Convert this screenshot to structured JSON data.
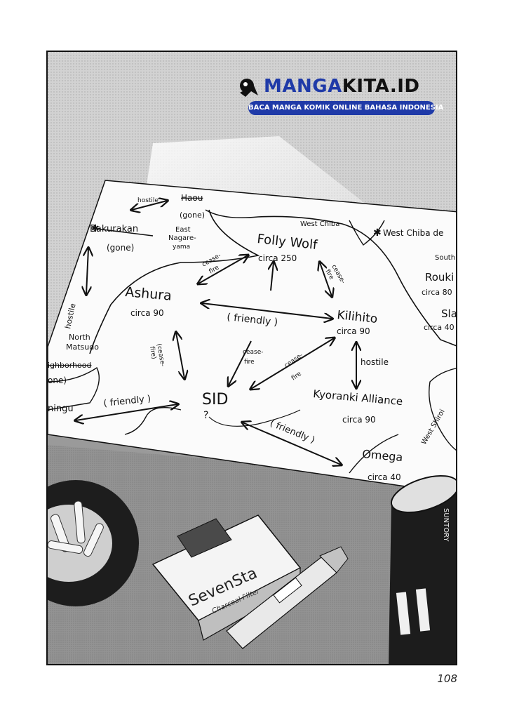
{
  "watermark": {
    "brand_part1": "MANGA",
    "brand_part2": "KITA.ID",
    "tagline": "BACA MANGA KOMIK ONLINE BAHASA INDONESIA"
  },
  "map": {
    "labels": {
      "hostile_top": "hostile",
      "haou": "Haou",
      "gone_top": "(gone)",
      "east_nagareyama": "East",
      "east_nagareyama2": "Nagare-",
      "east_nagareyama3": "yama",
      "bakurakan": "Bakurakan",
      "gone_bakurakan": "(gone)",
      "west_chiba": "West Chiba",
      "west_chiba_de": "West Chiba de",
      "south": "South",
      "rouki": "Rouki",
      "circa_80": "circa 80",
      "sla": "Sla",
      "circa_40_right": "circa 40",
      "folly_wolf": "Folly Wolf",
      "circa_250": "circa 250",
      "ceasefire_a1": "cease-",
      "ceasefire_a2": "fire",
      "ceasefire_b1": "cease-",
      "ceasefire_b2": "fire",
      "ashura": "Ashura",
      "circa_90_ashura": "circa 90",
      "friendly_mid": "( friendly )",
      "kilihito": "Kilihito",
      "circa_90_kilihito": "circa 90",
      "hostile_left": "hostile",
      "north_matsudo1": "North",
      "north_matsudo2": "Matsudo",
      "neighborhood": "ighborhood",
      "gone_left": "one)",
      "ceasefire_c1": "(cease-",
      "ceasefire_c2": "fire)",
      "ceasefire_d1": "cease-",
      "ceasefire_d2": "fire",
      "ceasefire_e1": "cease-",
      "ceasefire_e2": "fire",
      "hostile_right": "hostile",
      "mingu": "ningu",
      "friendly_left": "( friendly )",
      "sid": "SID",
      "sid_q": "?",
      "kyoranki": "Kyoranki Alliance",
      "circa_90_kyoranki": "circa 90",
      "west_shiroi": "West Shiroi",
      "friendly_bottom": "( friendly )",
      "omega": "Omega",
      "circa_40_omega": "circa 40"
    }
  },
  "objects": {
    "cigarette_brand": "SevenSta",
    "cigarette_sub": "Charcoal Filter",
    "can_brand": "SUNTORY"
  },
  "page_number": "108"
}
